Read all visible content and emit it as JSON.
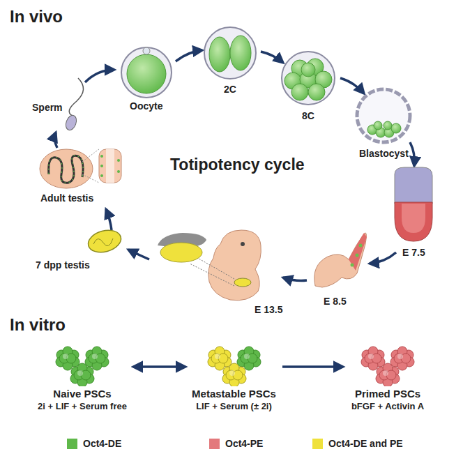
{
  "diagram": {
    "nodes": [
      {
        "text": [
          "Naive PSCs",
          "2i + LIF + Serum free"
        ]
      },
      {
        "text": [
          "Metastable PSCs",
          "LIF + Serum (± 2i)"
        ]
      },
      {
        "text": [
          "Primed PSCs",
          "bFGF + Activin A"
        ]
      }
    ],
    "edges": [
      {
        "from": 0,
        "to": 1,
        "arrow": "both"
      },
      {
        "from": 1,
        "to": 2,
        "arrow": "to"
      }
    ],
    "labels": [
      "In vivo",
      "Sperm",
      "Oocyte",
      "2C",
      "8C",
      "Blastocyst",
      "Totipotency cycle",
      "E 7.5",
      "E 8.5",
      "E 13.5",
      "7 dpp testis",
      "Adult testis",
      "In vitro"
    ],
    "legend": [
      {
        "text": "Oct4-DE",
        "color": "#5fb84a"
      },
      {
        "text": "Oct4-PE",
        "color": "#e3797c"
      },
      {
        "text": "Oct4-DE and PE",
        "color": "#efe13c"
      }
    ]
  }
}
